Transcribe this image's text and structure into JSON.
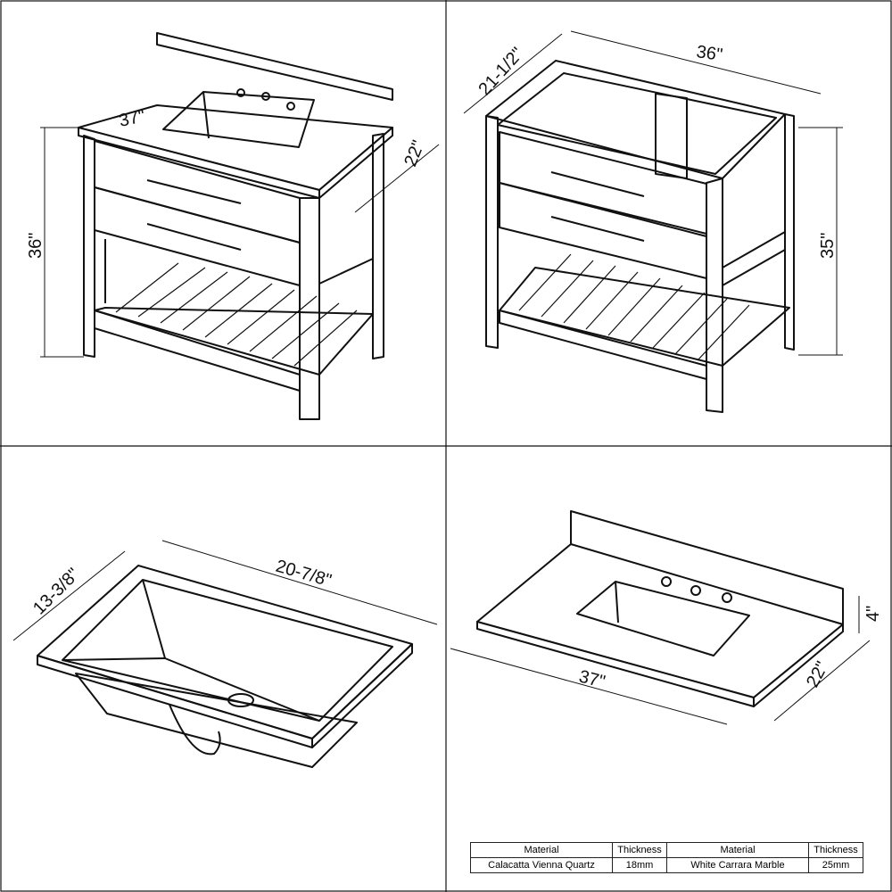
{
  "views": {
    "vanity_assembled": {
      "width": "37\"",
      "depth": "22\"",
      "height": "36\""
    },
    "vanity_base": {
      "depth": "21-1/2\"",
      "width": "36\"",
      "height": "35\""
    },
    "sink": {
      "depth": "13-3/8\"",
      "width": "20-7/8\""
    },
    "countertop": {
      "backsplash_height": "4\"",
      "depth": "22\"",
      "width": "37\""
    }
  },
  "material_table": {
    "headers": [
      "Material",
      "Thickness",
      "Material",
      "Thickness"
    ],
    "rows": [
      [
        "Calacatta Vienna Quartz",
        "18mm",
        "White Carrara Marble",
        "25mm"
      ]
    ]
  }
}
